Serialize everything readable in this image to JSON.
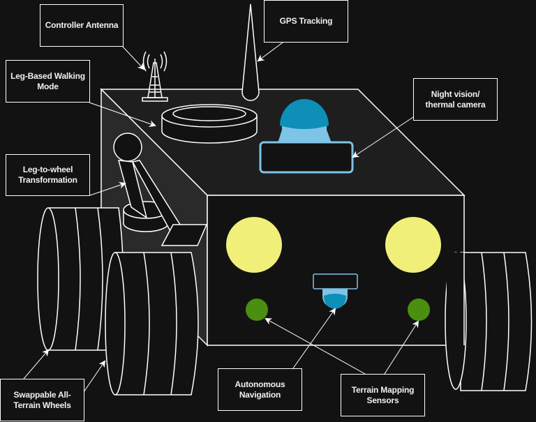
{
  "diagram": {
    "title": "Rover robot feature diagram",
    "colors": {
      "background": "#121212",
      "cube_side": "#1e1e1e",
      "cube_left": "#2a2a2a",
      "stroke": "#ffffff",
      "headlight": "#f0ef7a",
      "sensor": "#4a8f10",
      "camera_dome": "#0d8fb8",
      "camera_base": "#7ec4e6"
    },
    "labels": {
      "controller_antenna": "Controller Antenna",
      "gps_tracking": "GPS Tracking",
      "leg_walking": "Leg-Based Walking Mode",
      "night_vision": "Night vision/ thermal camera",
      "leg_to_wheel": "Leg-to-wheel Transformation",
      "wheels": "Swappable All-Terrain Wheels",
      "autonomous_nav": "Autonomous Navigation",
      "terrain_mapping": "Terrain Mapping Sensors"
    }
  }
}
